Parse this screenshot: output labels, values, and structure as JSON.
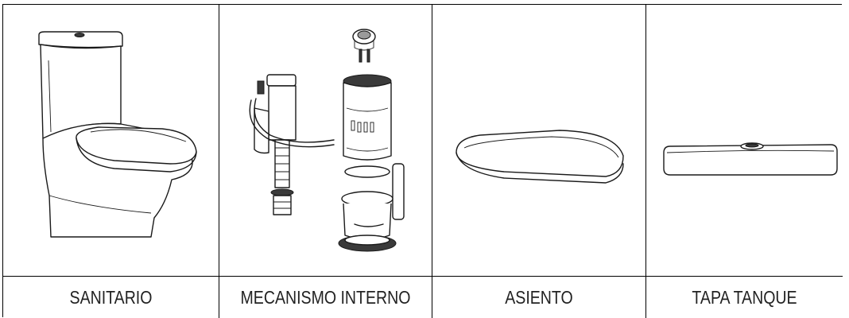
{
  "products": [
    {
      "label": "SANITARIO",
      "icon": "toilet-icon"
    },
    {
      "label": "MECANISMO INTERNO",
      "icon": "flush-mechanism-icon"
    },
    {
      "label": "ASIENTO",
      "icon": "toilet-seat-icon"
    },
    {
      "label": "TAPA TANQUE",
      "icon": "tank-lid-icon"
    }
  ]
}
